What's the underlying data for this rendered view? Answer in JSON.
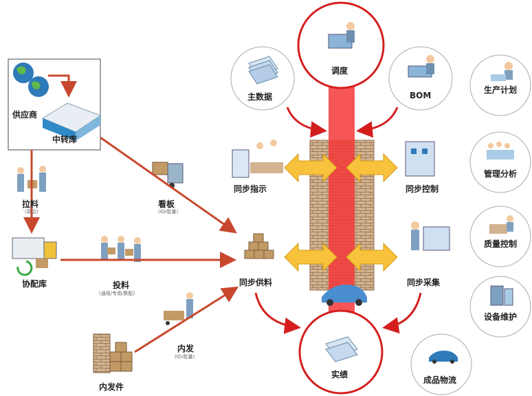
{
  "nodes": {
    "supplier": "供应商",
    "transit": "中转库",
    "pull": "拉料",
    "pull_sub": "(周边)",
    "coop": "协配库",
    "kanban": "看板",
    "kanban_sub": "(ID/批量)",
    "feed": "投料",
    "feed_sub": "(通用/专用/集配)",
    "inner": "内发",
    "inner_sub": "(ID/批量)",
    "inner_parts": "内发件",
    "sync_supply": "同步供料",
    "sync_guide": "同步指示",
    "master": "主数据",
    "dispatch": "调度",
    "bom": "BOM",
    "sync_control": "同步控制",
    "sync_collect": "同步采集",
    "result": "实绩",
    "prod_plan": "生产计划",
    "mgmt": "管理分析",
    "quality": "质量控制",
    "equip": "设备维护",
    "finished": "成品物流"
  },
  "colors": {
    "arrow": "#c8482e",
    "circle": "#d41e1e",
    "center_bar": "#f4383a",
    "brick": "#d2b28f",
    "yellow_arrow": "#f9c23c"
  }
}
